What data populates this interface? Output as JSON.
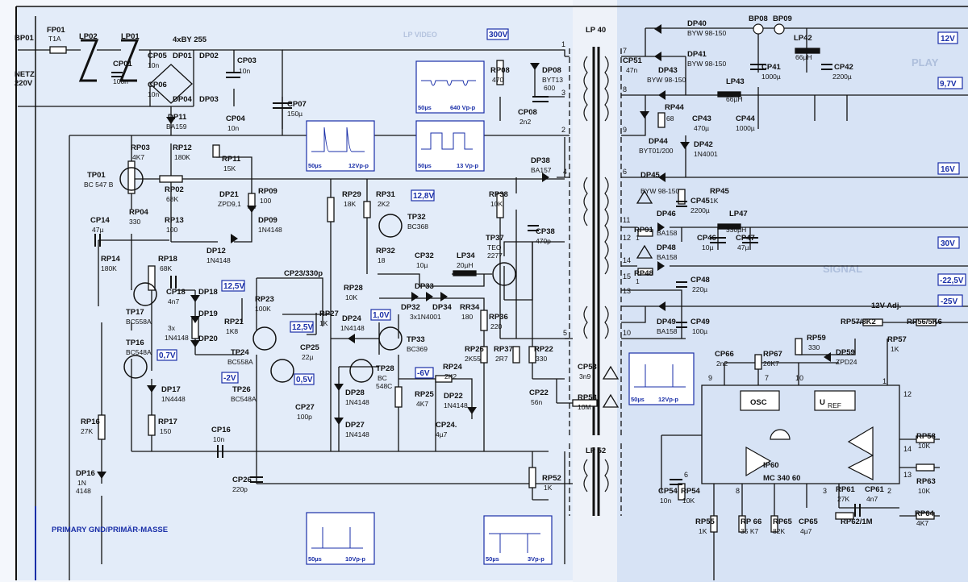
{
  "input": {
    "connector": "BP01",
    "netz": "NETZ",
    "volt": "220V",
    "fuse": "FP01",
    "fuse_val": "T1A"
  },
  "gnd_label": "PRIMARY GND/PRIMÄR-MASSE",
  "primary": {
    "lp02": "LP02",
    "lp01": "LP01",
    "cp01": "CP01",
    "cp01_v": "100n",
    "bridge": "4xBY 255",
    "dp01": "DP01",
    "dp02": "DP02",
    "dp03": "DP03",
    "dp04": "DP04",
    "cp05": "CP05",
    "cp05_v": "10n",
    "cp06": "CP06",
    "cp06_v": "10n",
    "cp03": "CP03",
    "cp03_v": "10n",
    "cp04": "CP04",
    "cp04_v": "10n",
    "cp07": "CP07",
    "cp07_v": "150µ",
    "dp11": "DP11",
    "dp11_v": "BA159"
  },
  "control": {
    "rp03": "RP03",
    "rp03_v": "4K7",
    "rp12": "RP12",
    "rp12_v": "180K",
    "rp11": "RP11",
    "rp11_v": "15K",
    "tp01": "TP01",
    "tp01_v": "BC 547 B",
    "rp02": "RP02",
    "rp02_v": "68K",
    "dp21": "DP21",
    "dp21_v": "ZPD9,1",
    "rp09": "RP09",
    "rp09_v": "100",
    "dp09": "DP09",
    "dp09_v": "1N4148",
    "rp04": "RP04",
    "rp04_v": "330",
    "rp13": "RP13",
    "rp13_v": "100",
    "cp14": "CP14",
    "cp14_v": "47µ",
    "dp12": "DP12",
    "dp12_v": "1N4148",
    "rp14": "RP14",
    "rp14_v": "180K",
    "rp18": "RP18",
    "rp18_v": "68K",
    "cp18": "CP18",
    "cp18_v": "4n7",
    "dp18": "DP18",
    "dp19": "DP19",
    "dp20": "DP20",
    "dp_group": "3x",
    "dp_group_v": "1N4148",
    "rp21": "RP21",
    "rp21_v": "1K8",
    "tp17": "TP17",
    "tp17_v": "BC558A",
    "tp16": "TP16",
    "tp16_v": "BC548A",
    "dp17": "DP17",
    "dp17_v": "1N4448",
    "rp16": "RP16",
    "rp16_v": "27K",
    "rp17": "RP17",
    "rp17_v": "150",
    "cp16": "CP16",
    "cp16_v": "10n",
    "dp16": "DP16",
    "dp16_v1": "1N",
    "dp16_v2": "4148"
  },
  "driver": {
    "rp29": "RP29",
    "rp29_v": "18K",
    "rp31": "RP31",
    "rp31_v": "2K2",
    "tp32": "TP32",
    "tp32_v": "BC368",
    "rp32": "RP32",
    "rp32_v": "18",
    "cp23": "CP23/330p",
    "rp23": "RP23",
    "rp23_v": "100K",
    "rp28": "RP28",
    "rp28_v": "10K",
    "rp27": "RP27",
    "rp27_v": "1K",
    "cp25": "CP25",
    "cp25_v": "22µ",
    "dp24": "DP24",
    "dp24_v": "1N4148",
    "tp24": "TP24",
    "tp24_v": "BC558A",
    "tp26": "TP26",
    "tp26_v": "BC548A",
    "tp28": "TP28",
    "tp28_v1": "BC",
    "tp28_v2": "548C",
    "tp33": "TP33",
    "tp33_v": "BC369",
    "cp27": "CP27",
    "cp27_v": "100p",
    "dp28": "DP28",
    "dp28_v": "1N4148",
    "dp27": "DP27",
    "dp27_v": "1N4148",
    "cp26": "CP26",
    "cp26_v": "220p",
    "cp32": "CP32",
    "cp32_v": "10µ",
    "dp33": "DP33",
    "dp32": "DP32",
    "dp34": "DP34",
    "dp3x": "3x1N4001",
    "lp34": "LP34",
    "lp34_v": "20µH",
    "rr34": "RR34",
    "rr34_v": "180",
    "tp37": "TP37",
    "tp37_v1": "TEO",
    "tp37_v2": "2277",
    "rp36": "RP36",
    "rp36_v": "220",
    "rp26": "RP26",
    "rp26_v": "2K55",
    "rp37": "RP37",
    "rp37_v": "2R7",
    "rp22": "RP22",
    "rp22_v": "330",
    "cp22": "CP22",
    "cp22_v": "56n",
    "rp24": "RP24",
    "rp24_v": "2K2",
    "rp25": "RP25",
    "rp25_v": "4K7",
    "dp22": "DP22",
    "dp22_v": "1N4148",
    "cp24": "CP24.",
    "cp24_v": "4µ7",
    "rp08": "RP08",
    "rp08_v": "470",
    "dp08": "DP08",
    "dp08_v1": "BYT13",
    "dp08_v2": "600",
    "cp08": "CP08",
    "cp08_v": "2n2",
    "dp38": "DP38",
    "dp38_v": "BA157",
    "rp38": "RP38",
    "rp38_v": "10K",
    "cp38": "CP38",
    "cp38_v": "470p",
    "cp53": "CP53",
    "cp53_v": "3n9",
    "rp53": "RP53",
    "rp53_v": "10M",
    "rp52": "RP52",
    "rp52_v": "1K"
  },
  "voltage_tags": {
    "v300": "300V",
    "v12_8": "12,8V",
    "v12_5a": "12,5V",
    "v12_5b": "12,5V",
    "v0_7": "0,7V",
    "v0_5": "0,5V",
    "vm2": "-2V",
    "v1_0": "1,0V",
    "vm6": "-6V"
  },
  "scopes": [
    {
      "t": "50µs",
      "a": "640 Vp-p"
    },
    {
      "t": "50µs",
      "a": "12Vp-p"
    },
    {
      "t": "50µs",
      "a": "13 Vp-p"
    },
    {
      "t": "50µs",
      "a": "12Vp-p"
    },
    {
      "t": "50µs",
      "a": "10Vp-p"
    },
    {
      "t": "50µs",
      "a": "3Vp-p"
    }
  ],
  "transformers": {
    "lp40": "LP 40",
    "lp52": "LP 52",
    "pins_left": [
      "1",
      "3",
      "2",
      "4",
      "5"
    ],
    "pins_right": [
      "7",
      "8",
      "9",
      "6",
      "11",
      "12",
      "14",
      "15",
      "13",
      "10"
    ]
  },
  "secondary": {
    "bp08": "BP08",
    "bp09": "BP09",
    "dp40": "DP40",
    "dp40_v": "BYW 98-150",
    "dp41": "DP41",
    "dp41_v": "BYW 98-150",
    "lp42": "LP42",
    "lp42_v": "66µH",
    "cp51": "CP51",
    "cp51_v": "47n",
    "dp43": "DP43",
    "dp43_v": "BYW 98-150",
    "cp41": "CP41",
    "cp41_v": "1000µ",
    "cp42": "CP42",
    "cp42_v": "2200µ",
    "lp43": "LP43",
    "lp43_v": "66µH",
    "rp44": "RP44",
    "rp44_v": "68",
    "cp43": "CP43",
    "cp43_v": "470µ",
    "cp44": "CP44",
    "cp44_v": "1000µ",
    "dp44": "DP44",
    "dp44_v": "BYT01/200",
    "dp42": "DP42",
    "dp42_v": "1N4001",
    "dp45": "DP45",
    "dp45_v": "BYW 98-150",
    "rp45": "RP45",
    "rp45_v": "1K",
    "cp45": "CP45",
    "cp45_v": "2200µ",
    "rp91": "RP91",
    "rp91_v": "1",
    "dp46": "DP46",
    "dp46_v": "BA158",
    "lp47": "LP47",
    "lp47_v": "330µH",
    "cp46": "CP46",
    "cp46_v": "10µ",
    "cp47": "CP47",
    "cp47_v": "47µ",
    "rp48": "RP48",
    "rp48_v": "1",
    "dp48": "DP48",
    "dp48_v": "BA158",
    "cp48": "CP48",
    "cp48_v": "220µ",
    "dp49": "DP49",
    "dp49_v": "BA158",
    "cp49": "CP49",
    "cp49_v": "100µ"
  },
  "outputs": [
    "12V",
    "9,7V",
    "16V",
    "30V",
    "-22,5V",
    "-25V"
  ],
  "ic": {
    "name": "IP60",
    "part": "MC 340 60",
    "osc": "OSC",
    "uref": "U",
    "uref_sub": "REF",
    "pins": [
      "9",
      "7",
      "10",
      "1",
      "12",
      "14",
      "13",
      "8",
      "6",
      "3",
      "2"
    ],
    "adj": "12V Adj.",
    "rp57": "RP57/8K2",
    "rp57b": "RP57",
    "rp57b_v": "1K",
    "rp56": "RP56/5K6",
    "rp59": "RP59",
    "rp59_v": "330",
    "dp59": "DP59",
    "dp59_v": "ZPD24",
    "cp66": "CP66",
    "cp66_v": "2n2",
    "rp67": "RP67",
    "rp67_v": "26K7",
    "rp58": "RP58",
    "rp58_v": "10K",
    "rp63": "RP63",
    "rp63_v": "10K",
    "cp54": "CP54",
    "cp54_v": "10n",
    "rp54": "RP54",
    "rp54_v": "10K",
    "rp55": "RP55",
    "rp55_v": "1K",
    "rp66": "RP 66",
    "rp66_v": "35 K7",
    "rp65": "RP65",
    "rp65_v": "82K",
    "cp65": "CP65",
    "cp65_v": "4µ7",
    "rp61": "RP61",
    "rp61_v": "27K",
    "cp61": "CP61",
    "cp61_v": "4n7",
    "rp62": "RP62/1M",
    "rp64": "RP64",
    "rp64_v": "4K7"
  },
  "ghost_text": {
    "play": "PLAY",
    "signal": "SIGNAL",
    "lp_vid": "LP VIDEO"
  },
  "colors": {
    "line": "#111111",
    "blue": "#1a2fa8",
    "paper_blue": "#dbe6f7",
    "scope_bg": "#ffffff"
  }
}
